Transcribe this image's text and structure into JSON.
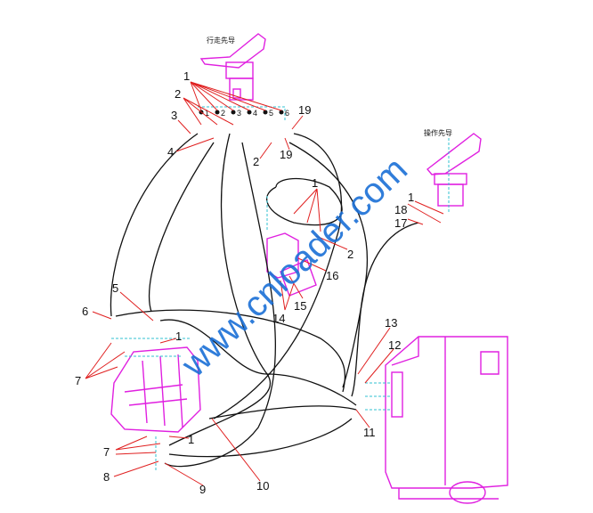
{
  "diagram": {
    "title_travel_pilot": "行走先导",
    "title_operation_pilot": "操作先导",
    "watermark": "www.cnloader.com",
    "port_numbers": [
      "1",
      "2",
      "3",
      "4",
      "5",
      "6"
    ],
    "callouts": {
      "c1a": "1",
      "c2a": "2",
      "c3": "3",
      "c4": "4",
      "c19a": "19",
      "c2b": "2",
      "c19b": "19",
      "c1b": "1",
      "c18": "18",
      "c17": "17",
      "c1c": "1",
      "c2c": "2",
      "c16": "16",
      "c15": "15",
      "c14": "14",
      "c5": "5",
      "c6": "6",
      "c1d": "1",
      "c7a": "7",
      "c13": "13",
      "c12": "12",
      "c11": "11",
      "c7b": "7",
      "c8": "8",
      "c9": "9",
      "c10": "10",
      "c1e": "1"
    },
    "colors": {
      "component": "#e020e0",
      "leader": "#e02020",
      "centerline": "#30c0d0",
      "watermark": "#1a6fd6"
    }
  }
}
